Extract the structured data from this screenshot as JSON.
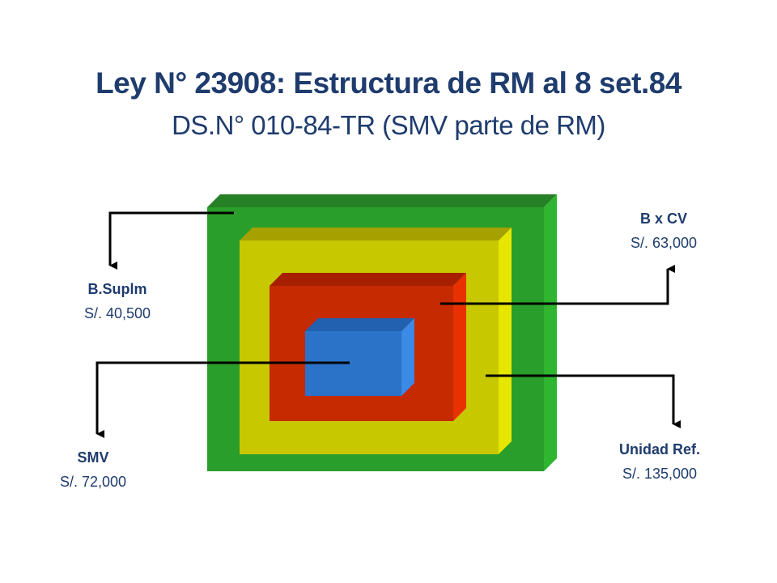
{
  "header": {
    "title": "Ley N° 23908: Estructura de RM al 8 set.84",
    "subtitle": "DS.N° 010-84-TR (SMV parte de RM)"
  },
  "boxes": [
    {
      "id": "outer",
      "color": "#2ba02b"
    },
    {
      "id": "second",
      "color": "#c8c800"
    },
    {
      "id": "third",
      "color": "#c52a00"
    },
    {
      "id": "inner",
      "color": "#2a73c8"
    }
  ],
  "labels": {
    "b_suplm": {
      "name": "B.Suplm",
      "value": "S/. 40,500"
    },
    "b_x_cv": {
      "name": "B x CV",
      "value": "S/. 63,000"
    },
    "smv": {
      "name": "SMV",
      "value": "S/. 72,000"
    },
    "unidad_ref": {
      "name": "Unidad Ref.",
      "value": "S/. 135,000"
    }
  }
}
